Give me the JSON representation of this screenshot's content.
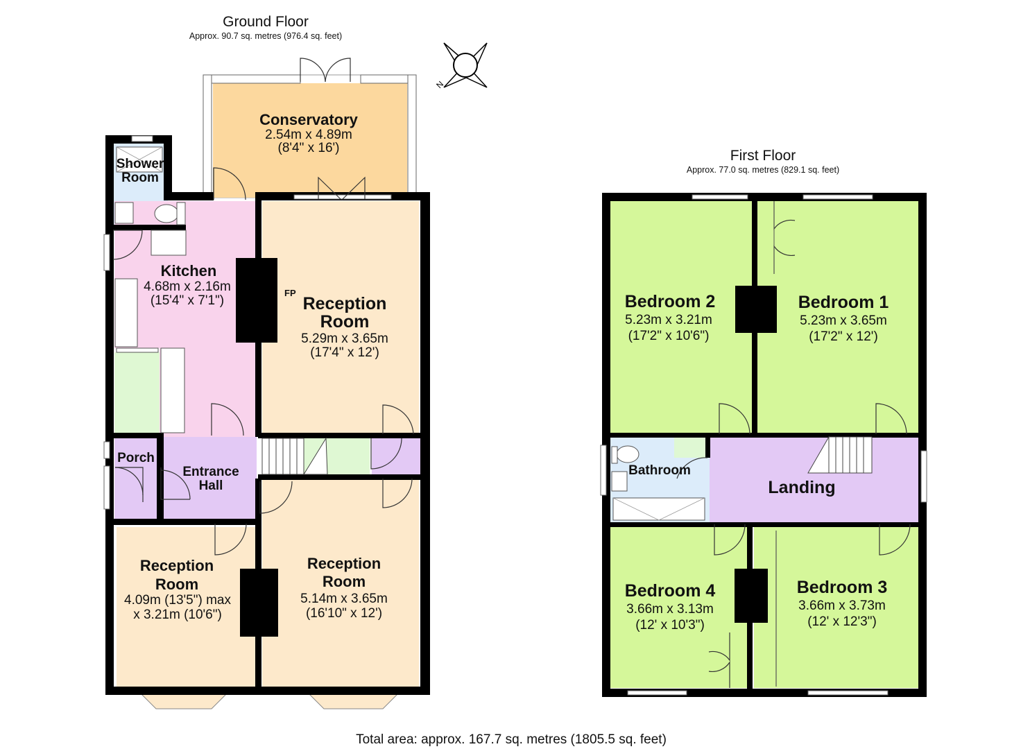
{
  "ground_floor": {
    "title": "Ground Floor",
    "area": "Approx. 90.7 sq. metres (976.4 sq. feet)",
    "rooms": {
      "conservatory": {
        "name": "Conservatory",
        "dim1": "2.54m x 4.89m",
        "dim2": "(8'4\" x 16')"
      },
      "shower_room": {
        "line1": "Shower",
        "line2": "Room"
      },
      "kitchen": {
        "name": "Kitchen",
        "dim1": "4.68m x 2.16m",
        "dim2": "(15'4\" x 7'1\")"
      },
      "reception_rear": {
        "fp": "FP",
        "line1": "Reception",
        "line2": "Room",
        "dim1": "5.29m x 3.65m",
        "dim2": "(17'4\" x 12')"
      },
      "porch": {
        "name": "Porch"
      },
      "entrance_hall": {
        "line1": "Entrance",
        "line2": "Hall"
      },
      "reception_front_left": {
        "line1": "Reception",
        "line2": "Room",
        "dim1": "4.09m (13'5\") max",
        "dim2": "x 3.21m (10'6\")"
      },
      "reception_front_right": {
        "line1": "Reception",
        "line2": "Room",
        "dim1": "5.14m x 3.65m",
        "dim2": "(16'10\" x 12')"
      }
    }
  },
  "first_floor": {
    "title": "First Floor",
    "area": "Approx. 77.0 sq. metres (829.1 sq. feet)",
    "rooms": {
      "bedroom2": {
        "name": "Bedroom 2",
        "dim1": "5.23m x 3.21m",
        "dim2": "(17'2\" x 10'6\")"
      },
      "bedroom1": {
        "name": "Bedroom 1",
        "dim1": "5.23m x 3.65m",
        "dim2": "(17'2\" x 12')"
      },
      "bathroom": {
        "name": "Bathroom"
      },
      "landing": {
        "name": "Landing"
      },
      "bedroom4": {
        "name": "Bedroom 4",
        "dim1": "3.66m x 3.13m",
        "dim2": "(12' x 10'3\")"
      },
      "bedroom3": {
        "name": "Bedroom 3",
        "dim1": "3.66m x 3.73m",
        "dim2": "(12' x 12'3\")"
      }
    }
  },
  "compass": {
    "label": "N",
    "icon": "compass-icon"
  },
  "total_area": "Total area: approx. 167.7 sq. metres (1805.5 sq. feet)",
  "colors": {
    "conservatory": "#fcd89e",
    "kitchen": "#f9d3ec",
    "reception": "#fde9cb",
    "hall": "#e3c9f5",
    "shower": "#dcecfa",
    "bedroom": "#d5f79a",
    "utility": "#dff8d3",
    "wall": "#000000"
  }
}
